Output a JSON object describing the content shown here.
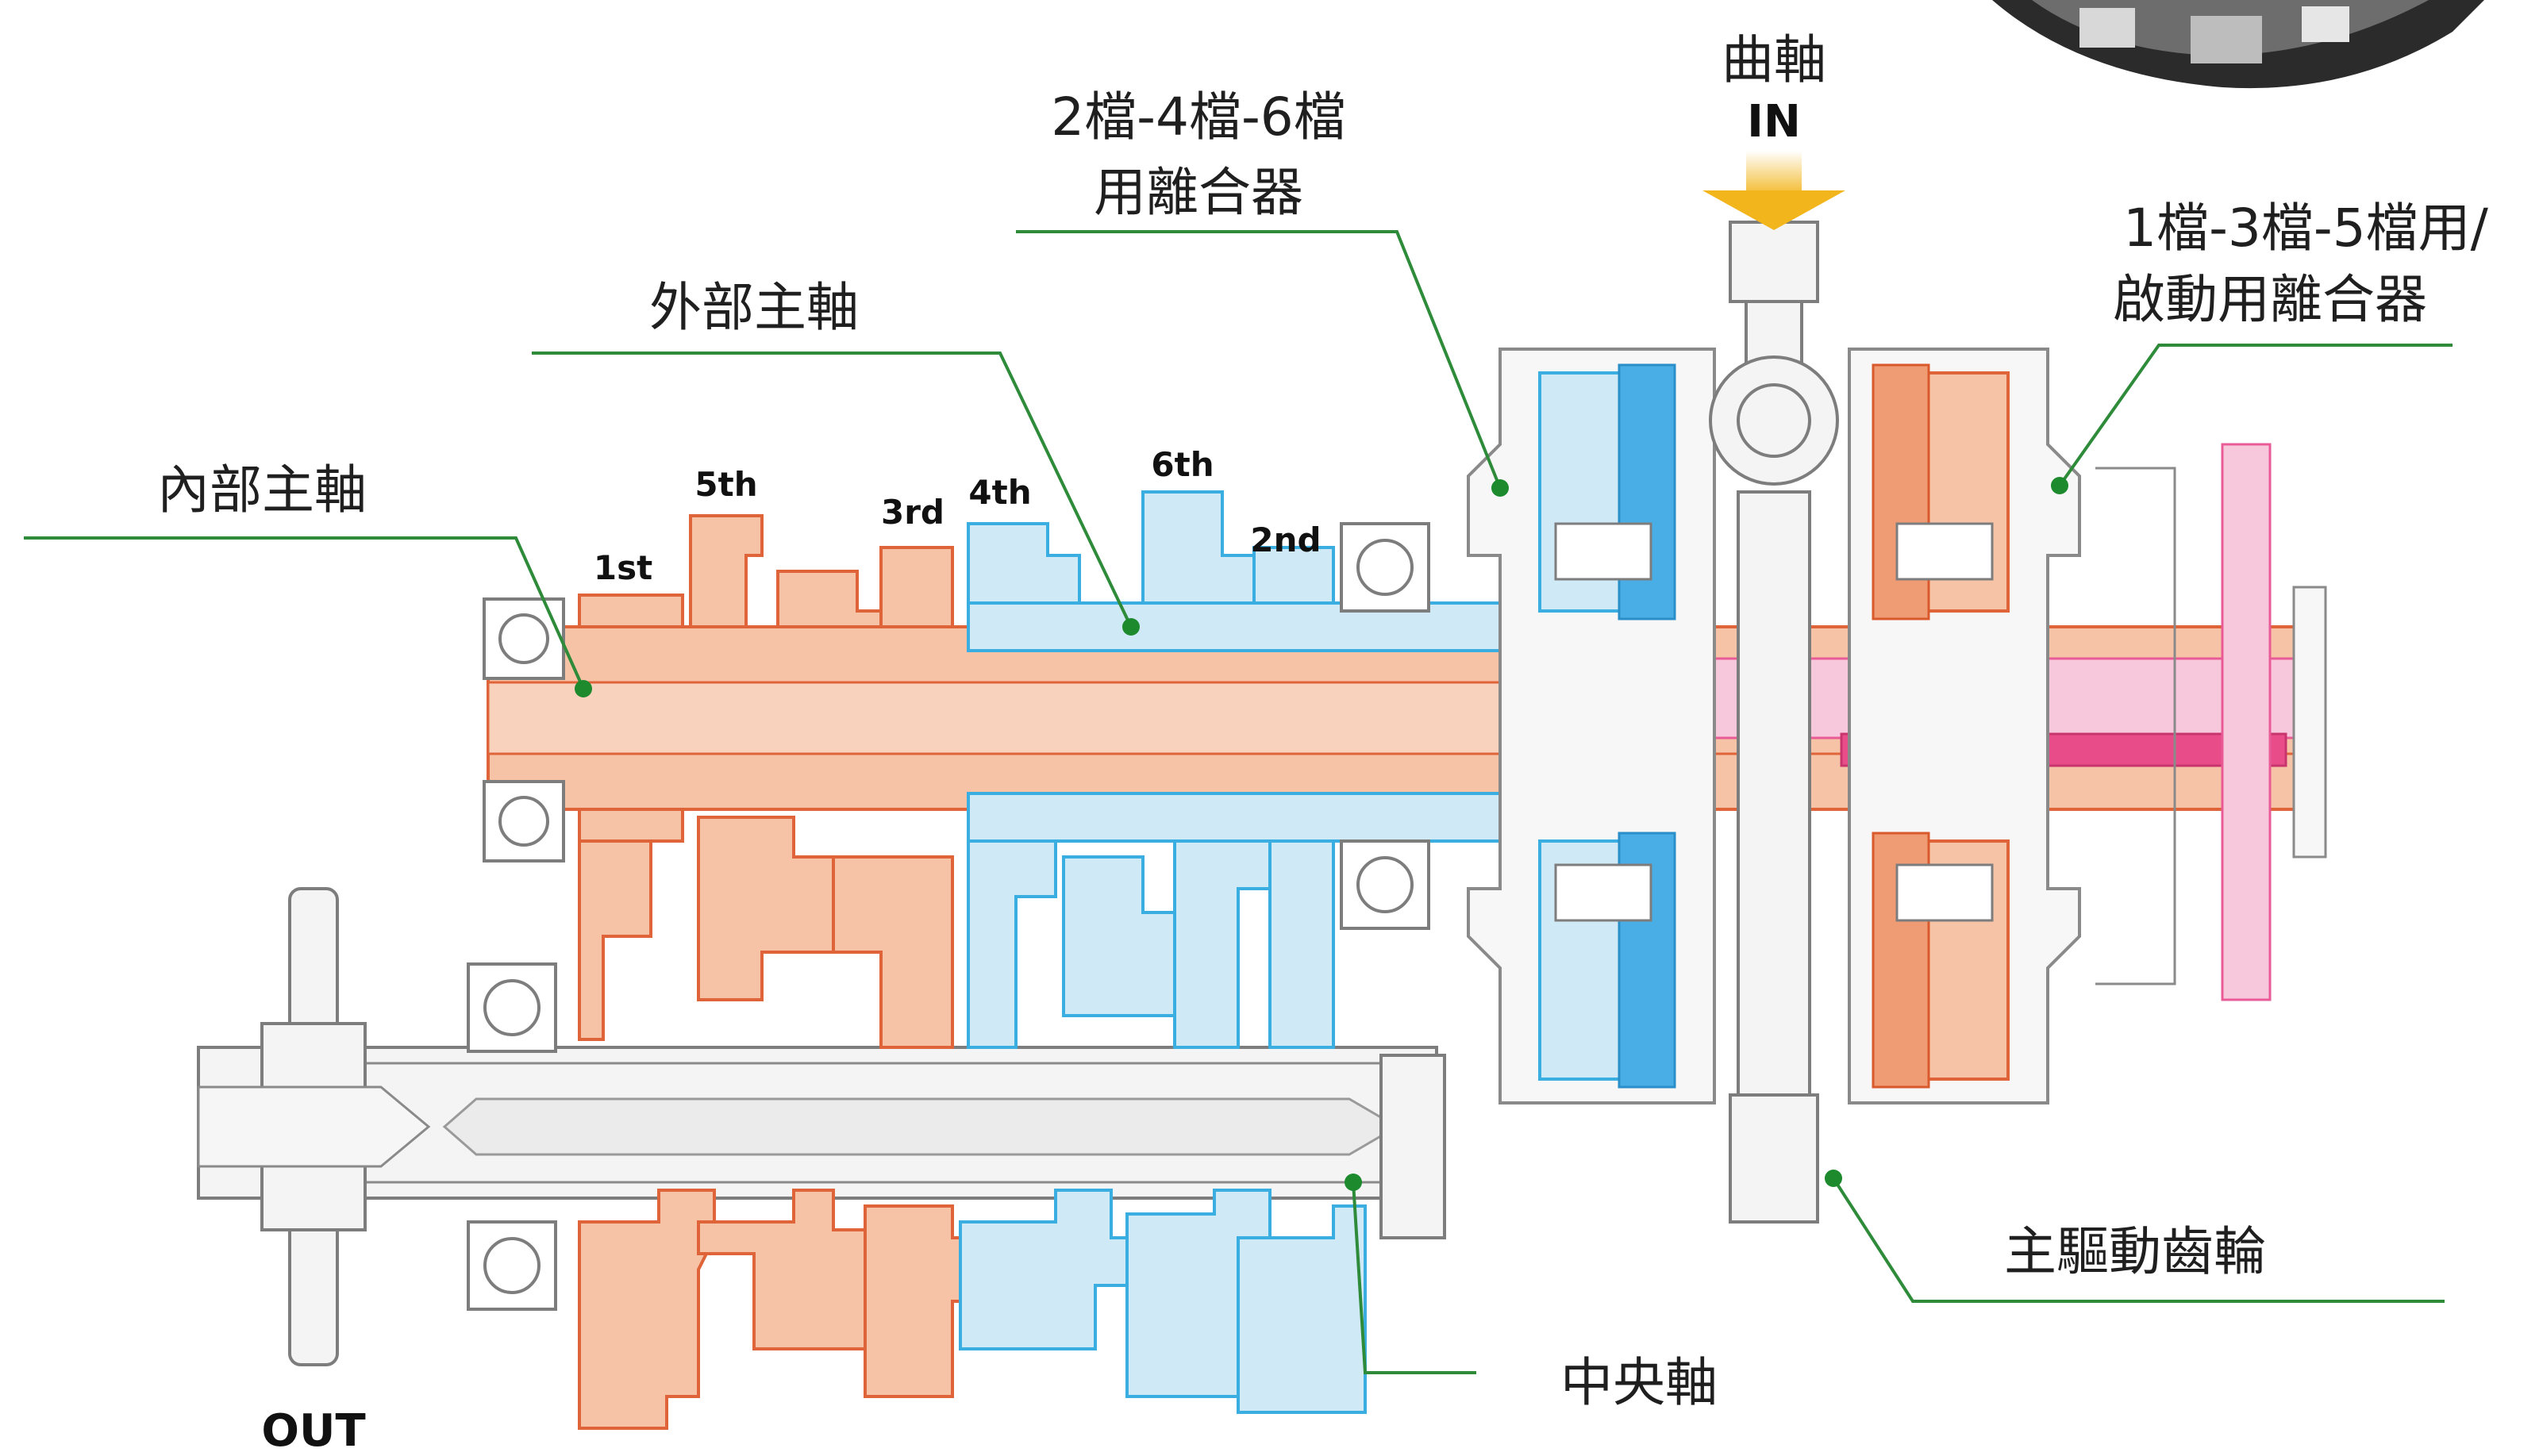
{
  "labels": {
    "crank_title": "曲軸",
    "crank_in": "IN",
    "clutch_246_line1": "2檔-4檔-6檔",
    "clutch_246_line2": "用離合器",
    "clutch_135_line1": "1檔-3檔-5檔用/",
    "clutch_135_line2": "啟動用離合器",
    "outer_mainshaft": "外部主軸",
    "inner_mainshaft": "內部主軸",
    "primary_drive_gear": "主驅動齒輪",
    "countershaft": "中央軸",
    "output": "OUT"
  },
  "gears": {
    "first": "1st",
    "fifth": "5th",
    "third": "3rd",
    "fourth": "4th",
    "sixth": "6th",
    "second": "2nd"
  },
  "colors": {
    "odd_gear_path": "#f7c3a6",
    "even_gear_path": "#cfe9f6",
    "leader_line": "#2e8b3a",
    "input_arrow": "#f2b51c",
    "clutch_135_feed": "#e84d8a"
  }
}
